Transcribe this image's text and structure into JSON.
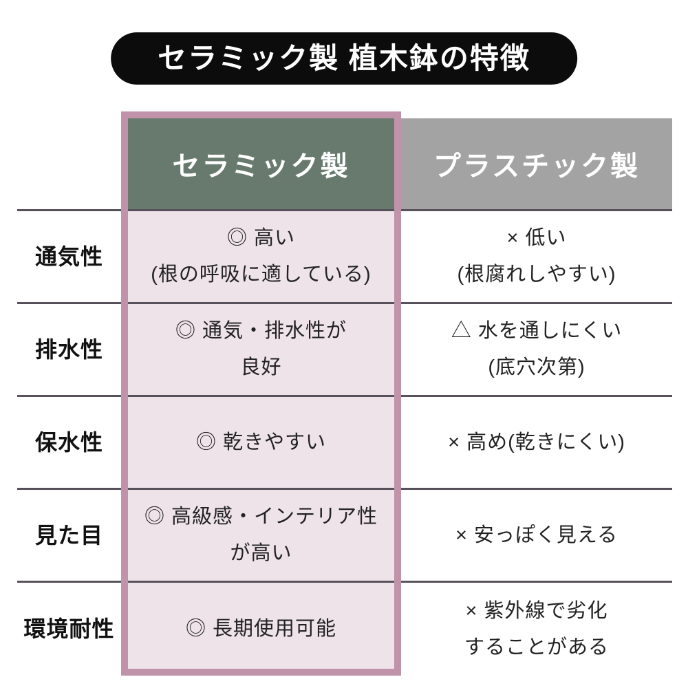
{
  "title": "セラミック製 植木鉢の特徴",
  "table": {
    "header": {
      "ceramic": "セラミック製",
      "plastic": "プラスチック製"
    },
    "rows": [
      {
        "label": "通気性",
        "ceramic_lines": [
          "◎ 高い",
          "(根の呼吸に適している)"
        ],
        "plastic_lines": [
          "× 低い",
          "(根腐れしやすい)"
        ]
      },
      {
        "label": "排水性",
        "ceramic_lines": [
          "◎ 通気・排水性が",
          "良好"
        ],
        "plastic_lines": [
          "△ 水を通しにくい",
          "(底穴次第)"
        ]
      },
      {
        "label": "保水性",
        "ceramic_lines": [
          "◎ 乾きやすい"
        ],
        "plastic_lines": [
          "× 高め(乾きにくい)"
        ]
      },
      {
        "label": "見た目",
        "ceramic_lines": [
          "◎ 高級感・インテリア性",
          "が高い"
        ],
        "plastic_lines": [
          "× 安っぽく見える"
        ]
      },
      {
        "label": "環境耐性",
        "ceramic_lines": [
          "◎ 長期使用可能"
        ],
        "plastic_lines": [
          "× 紫外線で劣化",
          "することがある"
        ]
      }
    ]
  },
  "colors": {
    "title_bg": "#0c0c0c",
    "ceramic_header_bg": "#687a6e",
    "plastic_header_bg": "#a3a3a3",
    "highlight_border": "#c093ab",
    "highlight_cell_bg": "#efe3ea",
    "divider": "#56515a",
    "header_text": "#ffffff",
    "body_text": "#222222"
  },
  "chart_data": {
    "type": "table",
    "title": "セラミック製 植木鉢の特徴",
    "columns": [
      "",
      "セラミック製",
      "プラスチック製"
    ],
    "rows": [
      [
        "通気性",
        "◎ 高い (根の呼吸に適している)",
        "× 低い (根腐れしやすい)"
      ],
      [
        "排水性",
        "◎ 通気・排水性が良好",
        "△ 水を通しにくい (底穴次第)"
      ],
      [
        "保水性",
        "◎ 乾きやすい",
        "× 高め(乾きにくい)"
      ],
      [
        "見た目",
        "◎ 高級感・インテリア性が高い",
        "× 安っぽく見える"
      ],
      [
        "環境耐性",
        "◎ 長期使用可能",
        "× 紫外線で劣化することがある"
      ]
    ],
    "layout_hints": {
      "highlighted_column": "セラミック製",
      "highlight_style": "pink border frame with light pink cell background",
      "grid": "horizontal dividers only"
    }
  }
}
